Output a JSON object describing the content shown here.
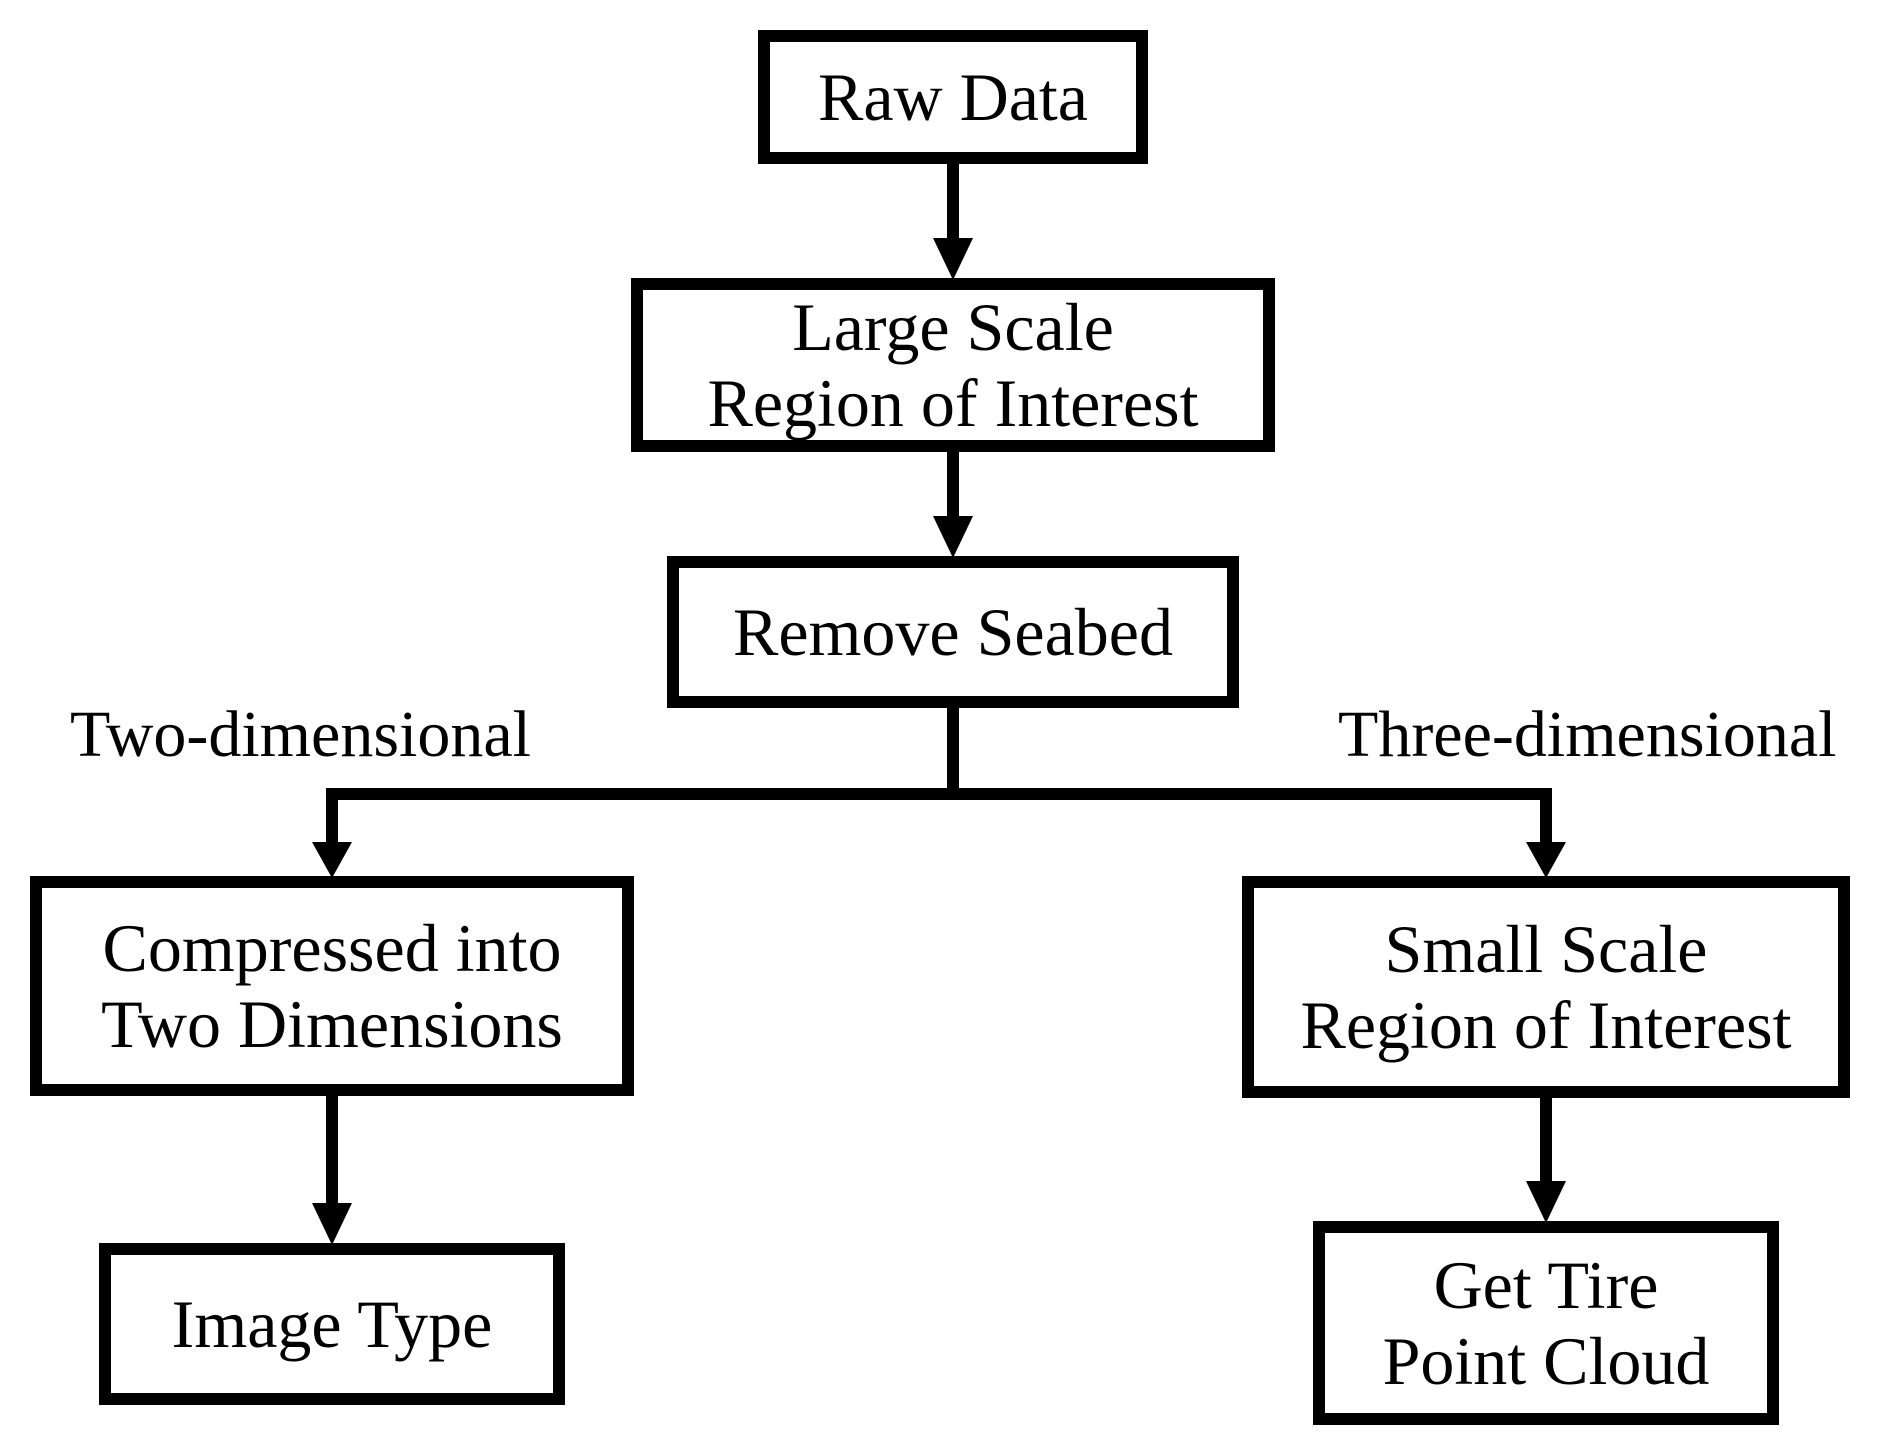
{
  "nodes": {
    "raw_data": {
      "lines": [
        "Raw Data"
      ]
    },
    "large_scale_roi": {
      "lines": [
        "Large Scale",
        "Region of Interest"
      ]
    },
    "remove_seabed": {
      "lines": [
        "Remove Seabed"
      ]
    },
    "compressed_2d": {
      "lines": [
        "Compressed into",
        "Two Dimensions"
      ]
    },
    "image_type": {
      "lines": [
        "Image Type"
      ]
    },
    "small_scale_roi": {
      "lines": [
        "Small Scale",
        "Region of Interest"
      ]
    },
    "tire_point_cloud": {
      "lines": [
        "Get Tire",
        "Point Cloud"
      ]
    }
  },
  "branch_labels": {
    "left": "Two-dimensional",
    "right": "Three-dimensional"
  },
  "colors": {
    "stroke": "#000000",
    "fill": "#ffffff",
    "text": "#000000"
  }
}
